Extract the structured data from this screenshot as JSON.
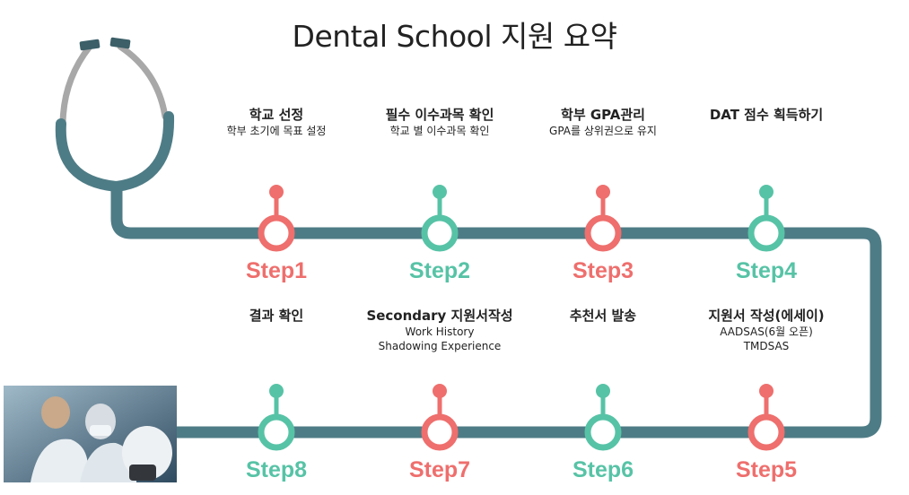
{
  "title": "Dental School 지원 요약",
  "colors": {
    "track": "#4e7c86",
    "salmon": "#ee6f6d",
    "teal": "#57c3a6"
  },
  "steps": [
    {
      "label": "Step1",
      "title": "학교 선정",
      "subs": [
        "학부 초기에 목표 설정"
      ],
      "color": "salmon"
    },
    {
      "label": "Step2",
      "title": "필수 이수과목 확인",
      "subs": [
        "학교 별 이수과목 확인"
      ],
      "color": "teal"
    },
    {
      "label": "Step3",
      "title": "학부 GPA관리",
      "subs": [
        "GPA를 상위권으로 유지"
      ],
      "color": "salmon"
    },
    {
      "label": "Step4",
      "title": "DAT 점수 획득하기",
      "subs": [],
      "color": "teal"
    },
    {
      "label": "Step5",
      "title": "지원서 작성(에세이)",
      "subs": [
        "AADSAS(6월 오픈)",
        "TMDSAS"
      ],
      "color": "salmon"
    },
    {
      "label": "Step6",
      "title": "추천서 발송",
      "subs": [],
      "color": "teal"
    },
    {
      "label": "Step7",
      "title": "Secondary 지원서작성",
      "subs": [
        "Work History",
        "Shadowing Experience"
      ],
      "color": "salmon"
    },
    {
      "label": "Step8",
      "title": "결과 확인",
      "subs": [],
      "color": "teal"
    }
  ]
}
